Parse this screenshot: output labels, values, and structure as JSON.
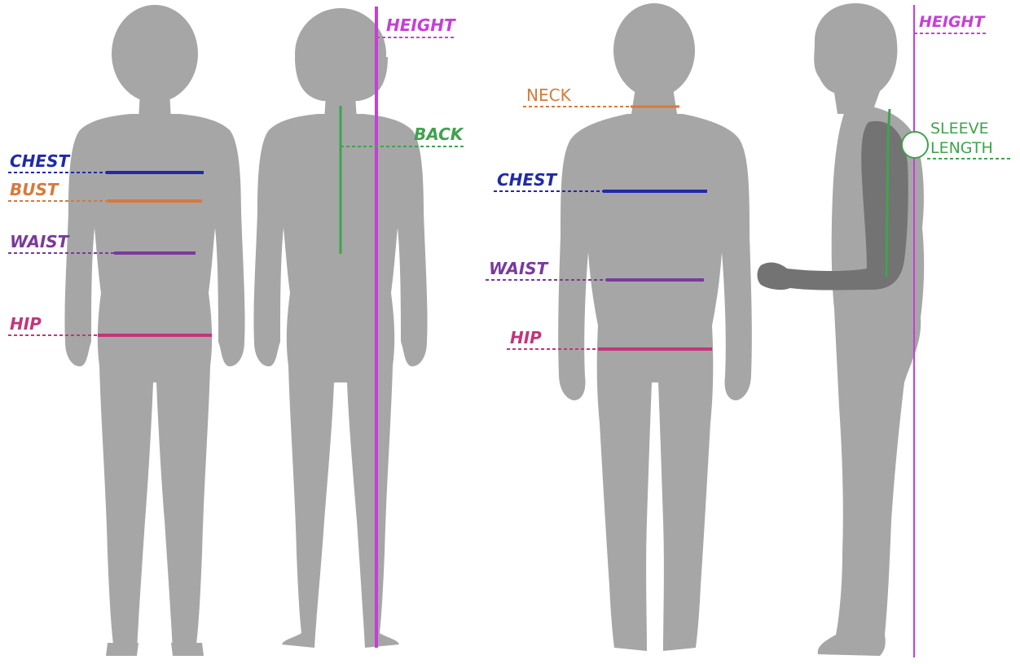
{
  "colors": {
    "silhouette": "#a6a6a6",
    "arm_dark": "#737373",
    "chest": "#1f2aa8",
    "bust": "#d9793a",
    "waist": "#7a3a9c",
    "hip": "#c2357a",
    "height": "#c63fd6",
    "back": "#3fa34d",
    "neck": "#d9793a",
    "sleeve": "#3fa34d"
  },
  "labels": {
    "female_front": {
      "chest": "CHEST",
      "bust": "BUST",
      "waist": "WAIST",
      "hip": "HIP"
    },
    "female_back": {
      "height": "HEIGHT",
      "back": "BACK"
    },
    "male_front": {
      "neck": "NECK",
      "chest": "CHEST",
      "waist": "WAIST",
      "hip": "HIP"
    },
    "male_side": {
      "height": "HEIGHT",
      "sleeve_line1": "SLEEVE",
      "sleeve_line2": "LENGTH"
    }
  }
}
